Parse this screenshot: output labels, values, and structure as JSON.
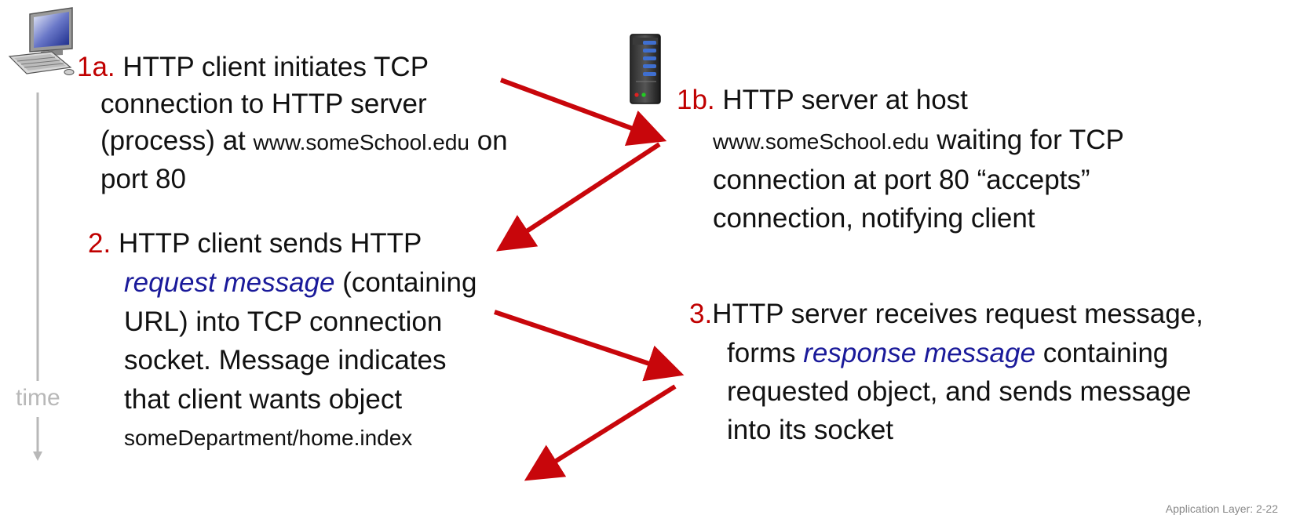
{
  "colors": {
    "step_number": "#c00000",
    "emphasis": "#1a1a9a",
    "arrow": "#c8060b",
    "timeline": "#b8b8b8"
  },
  "icons": {
    "client": "desktop-computer-icon",
    "server": "server-tower-icon"
  },
  "time_label": "time",
  "step_1a": {
    "num": "1a.",
    "line1": "HTTP client initiates TCP",
    "line2": "connection to HTTP server",
    "line3_start": "(process) at ",
    "line3_url": "www.someSchool.edu",
    "line3_end": " on",
    "line4": "port 80"
  },
  "step_1b": {
    "num": "1b.",
    "line1": "HTTP server at host",
    "line2_url": "www.someSchool.edu",
    "line2_end": " waiting for TCP",
    "line3": "connection at port 80 “accepts”",
    "line4": "connection, notifying client"
  },
  "step_2": {
    "num": "2.",
    "line1": "HTTP client sends HTTP",
    "line2_em": "request message",
    "line2_end": " (containing",
    "line3": "URL) into TCP connection",
    "line4": "socket. Message indicates",
    "line5": "that client wants object",
    "line6": "someDepartment/home.index"
  },
  "step_3": {
    "num": "3.",
    "line1": "HTTP server receives request message,",
    "line2_start": "forms ",
    "line2_em": "response message",
    "line2_end": " containing",
    "line3": "requested object, and sends message",
    "line4": "into its socket"
  },
  "footer": "Application Layer: 2-22"
}
